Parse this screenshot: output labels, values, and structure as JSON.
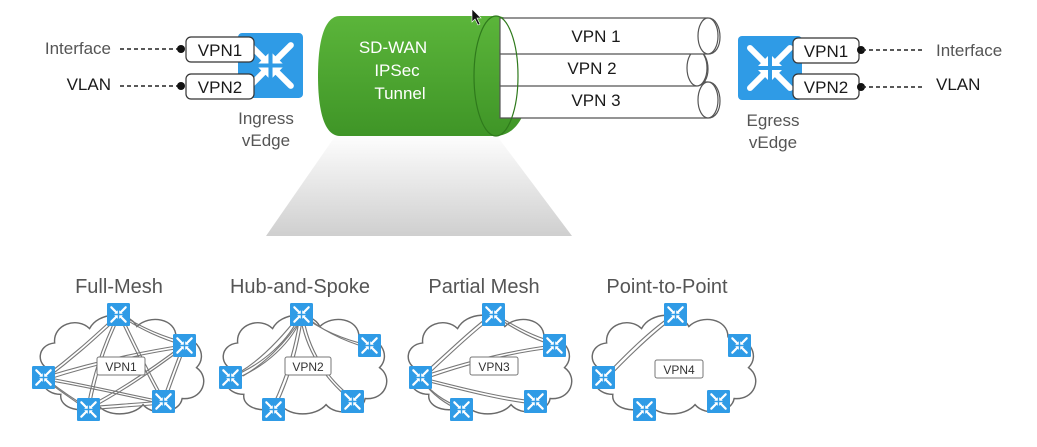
{
  "ingress": {
    "label_line1": "Ingress",
    "label_line2": "vEdge",
    "side_labels": [
      "Interface",
      "VLAN"
    ],
    "vpn_boxes": [
      "VPN1",
      "VPN2"
    ]
  },
  "egress": {
    "label_line1": "Egress",
    "label_line2": "vEdge",
    "side_labels": [
      "Interface",
      "VLAN"
    ],
    "vpn_boxes": [
      "VPN1",
      "VPN2"
    ]
  },
  "tunnel": {
    "label_lines": [
      "SD-WAN",
      "IPSec",
      "Tunnel"
    ],
    "vpn_pipes": [
      "VPN 1",
      "VPN 2",
      "VPN 3"
    ]
  },
  "topologies": [
    {
      "title": "Full-Mesh",
      "vpn": "VPN1"
    },
    {
      "title": "Hub-and-Spoke",
      "vpn": "VPN2"
    },
    {
      "title": "Partial Mesh",
      "vpn": "VPN3"
    },
    {
      "title": "Point-to-Point",
      "vpn": "VPN4"
    }
  ],
  "colors": {
    "router_blue": "#2f9be6",
    "tunnel_green": "#4aa32e",
    "text_dark": "#1a1a1a",
    "text_gray": "#555555",
    "funnel_gray": "#d4d4d4"
  },
  "icons": {
    "router": "router-icon",
    "cursor": "cursor-icon"
  }
}
